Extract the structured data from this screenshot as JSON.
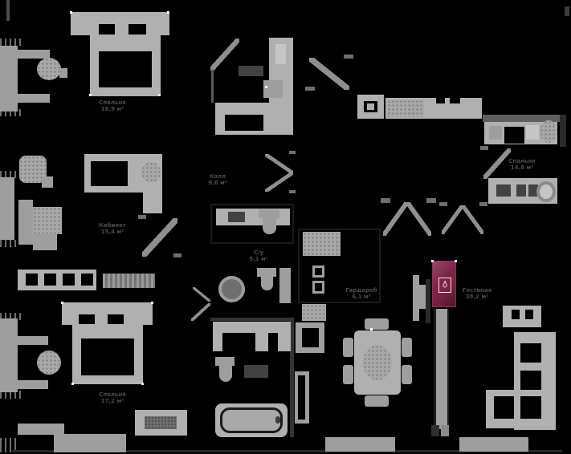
{
  "colors": {
    "background": "#000000",
    "furniture": "#b0b0b0",
    "label_text": "#4b4b4b",
    "fireplace": "#7c2347"
  },
  "fireplace": {
    "icon": "flame-icon",
    "color": "#7c2347"
  },
  "plan_labels": {
    "bedroom_top_left": {
      "name": "Спальня",
      "area": "16,9 м²"
    },
    "study": {
      "name": "Кабинет",
      "area": "15,4 м²"
    },
    "bedroom_bottom_left": {
      "name": "Спальня",
      "area": "17,2 м²"
    },
    "hall": {
      "name": "Холл",
      "area": "9,6 м²"
    },
    "bathroom": {
      "name": "С/у",
      "area": "5,1 м²"
    },
    "storage": {
      "name": "Гардероб",
      "area": "6,1 м²"
    },
    "living_room": {
      "name": "Гостиная",
      "area": "38,2 м²"
    },
    "bedroom_top_right": {
      "name": "Спальня",
      "area": "14,8 м²"
    }
  }
}
